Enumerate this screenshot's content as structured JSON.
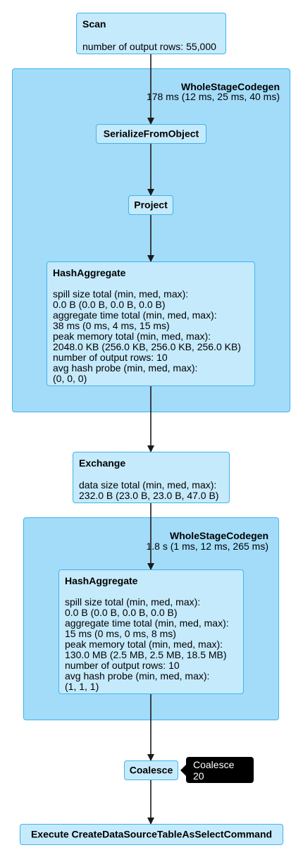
{
  "clusters": [
    {
      "id": "wsc1",
      "title": "WholeStageCodegen",
      "metric": "178 ms (12 ms, 25 ms, 40 ms)"
    },
    {
      "id": "wsc2",
      "title": "WholeStageCodegen",
      "metric": "1.8 s (1 ms, 12 ms, 265 ms)"
    }
  ],
  "nodes": [
    {
      "id": "scan",
      "title": "Scan",
      "metrics": [
        "number of output rows: 55,000"
      ]
    },
    {
      "id": "serialize",
      "title": "SerializeFromObject",
      "metrics": []
    },
    {
      "id": "project",
      "title": "Project",
      "metrics": []
    },
    {
      "id": "hashagg1",
      "title": "HashAggregate",
      "metrics": [
        "spill size total (min, med, max):",
        "0.0 B (0.0 B, 0.0 B, 0.0 B)",
        "aggregate time total (min, med, max):",
        "38 ms (0 ms, 4 ms, 15 ms)",
        "peak memory total (min, med, max):",
        "2048.0 KB (256.0 KB, 256.0 KB, 256.0 KB)",
        "number of output rows: 10",
        "avg hash probe (min, med, max):",
        "(0, 0, 0)"
      ]
    },
    {
      "id": "exchange",
      "title": "Exchange",
      "metrics": [
        "data size total (min, med, max):",
        "232.0 B (23.0 B, 23.0 B, 47.0 B)"
      ]
    },
    {
      "id": "hashagg2",
      "title": "HashAggregate",
      "metrics": [
        "spill size total (min, med, max):",
        "0.0 B (0.0 B, 0.0 B, 0.0 B)",
        "aggregate time total (min, med, max):",
        "15 ms (0 ms, 0 ms, 8 ms)",
        "peak memory total (min, med, max):",
        "130.0 MB (2.5 MB, 2.5 MB, 18.5 MB)",
        "number of output rows: 10",
        "avg hash probe (min, med, max):",
        "(1, 1, 1)"
      ]
    },
    {
      "id": "coalesce",
      "title": "Coalesce",
      "metrics": []
    },
    {
      "id": "execute",
      "title": "Execute CreateDataSourceTableAsSelectCommand",
      "metrics": []
    }
  ],
  "edges": [
    [
      "scan",
      "serialize"
    ],
    [
      "serialize",
      "project"
    ],
    [
      "project",
      "hashagg1"
    ],
    [
      "hashagg1",
      "exchange"
    ],
    [
      "exchange",
      "hashagg2"
    ],
    [
      "hashagg2",
      "coalesce"
    ],
    [
      "coalesce",
      "execute"
    ]
  ],
  "tooltip": {
    "text": "Coalesce 20"
  },
  "colors": {
    "cluster_fill": "#a3dcf9",
    "node_fill": "#c5eafc",
    "border": "#3fb4ea",
    "edge": "#1a1a1a",
    "tooltip_bg": "#000000"
  }
}
